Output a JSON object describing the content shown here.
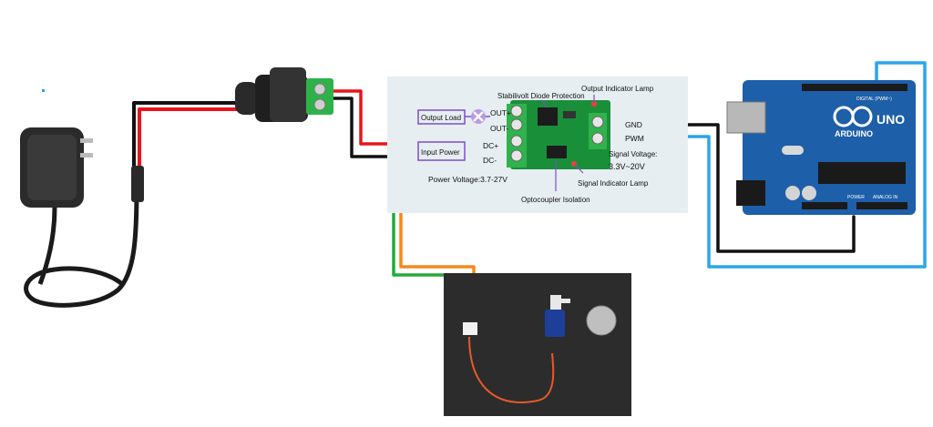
{
  "module": {
    "title": "Stabilivolt Diode Protection",
    "output_indicator": "Output Indicator Lamp",
    "output_load_box": "Output Load",
    "input_power_box": "Input Power",
    "pins_left": [
      "OUT+",
      "OUT-",
      "DC+",
      "DC-"
    ],
    "pins_right": [
      "GND",
      "PWM"
    ],
    "signal_voltage_label": "Signal Voltage:",
    "signal_voltage_value": "3.3V~20V",
    "power_voltage": "Power Voltage:3.7-27V",
    "signal_indicator": "Signal Indicator Lamp",
    "optocoupler": "Optocoupler Isolation",
    "pcb_color": "#1a8f3a",
    "board_bg": "#e7eef2"
  },
  "arduino": {
    "brand": "ARDUINO",
    "model": "UNO",
    "header_digital": "DIGITAL (PWM~)",
    "header_power": "POWER",
    "header_analog": "ANALOG IN",
    "board_color": "#1d5fa8"
  },
  "wires": {
    "red": "#e8141c",
    "black": "#111111",
    "blue": "#2aa6e8",
    "green": "#25a93a",
    "orange": "#f28a1e",
    "purple": "#7b4fc9"
  }
}
